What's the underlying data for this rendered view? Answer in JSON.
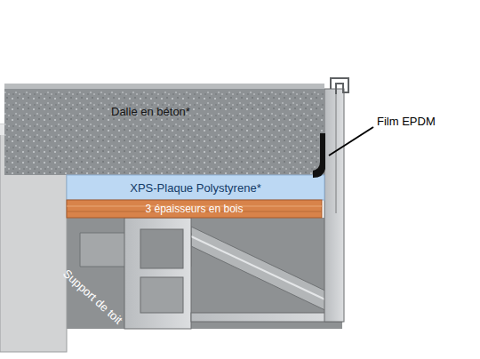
{
  "diagram": {
    "nodes": [
      {
        "text": [
          "Dalle en béton*"
        ]
      },
      {
        "text": [
          "XPS-Plaque Polystyrene*"
        ]
      },
      {
        "text": [
          "3 épaisseurs en bois"
        ]
      }
    ],
    "labels": [
      "Support de toit",
      "Film EPDM"
    ]
  }
}
